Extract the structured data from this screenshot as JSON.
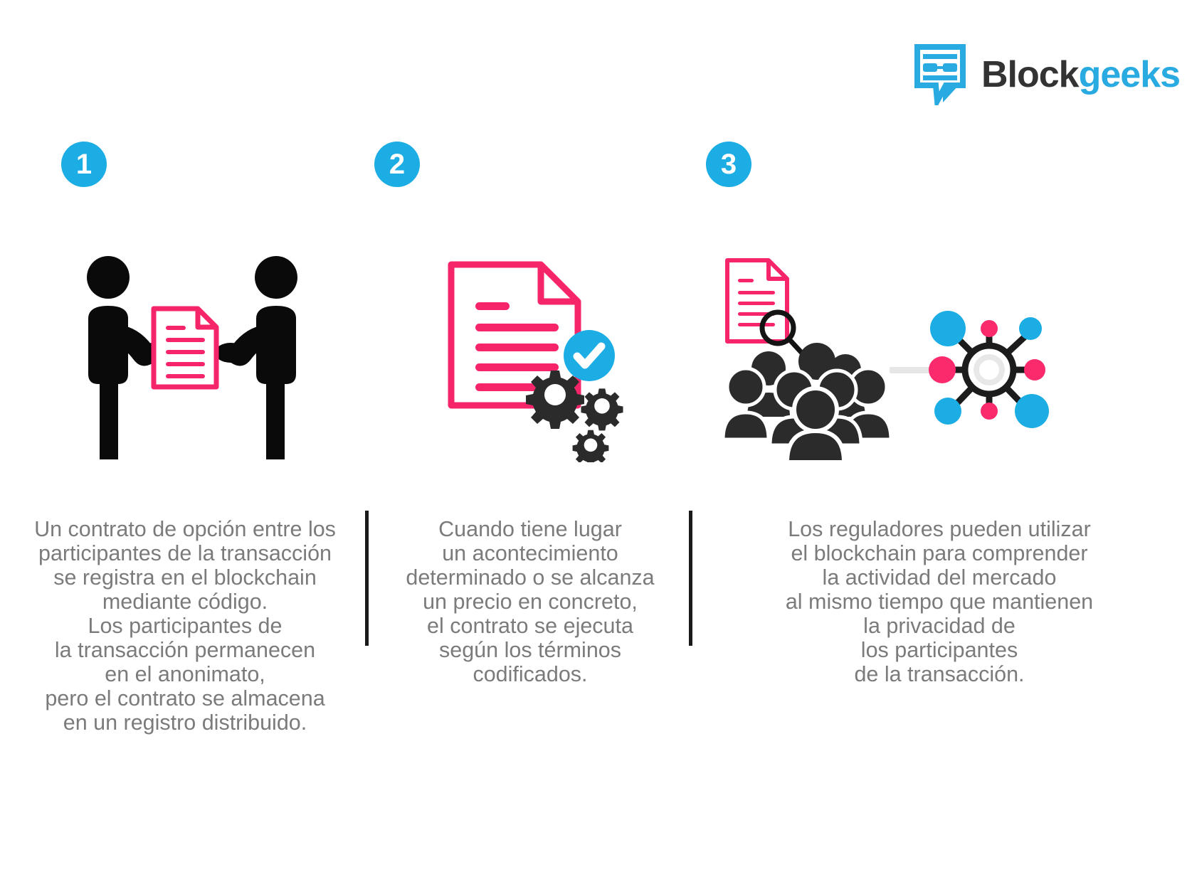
{
  "brand": {
    "name_dark": "Block",
    "name_accent": "geeks",
    "logo_icon": "blockgeeks-speech-bubble-icon",
    "accent_color": "#29ABE2",
    "dark_color": "#333333"
  },
  "palette": {
    "cyan": "#1BADE4",
    "pink": "#F6256A",
    "dark": "#2B2B2B",
    "text_gray": "#7B7B7B",
    "divider": "#1A1A1A",
    "background": "#FFFFFF"
  },
  "steps": [
    {
      "number": "1",
      "illustration": "two-people-exchanging-contract-document",
      "caption": "Un contrato de opción entre los\nparticipantes de la transacción\nse registra en el blockchain\nmediante código.\nLos participantes de\nla transacción permanecen\nen el anonimato,\npero el contrato se almacena\nen un registro distribuido."
    },
    {
      "number": "2",
      "illustration": "contract-document-with-check-and-gears",
      "caption": "Cuando tiene lugar\nun acontecimiento\ndeterminado o se alcanza\nun precio en concreto,\nel contrato se ejecuta\nsegún los términos\ncodificados."
    },
    {
      "number": "3",
      "illustration": "regulators-reviewing-document-and-network",
      "caption": "Los reguladores pueden utilizar\nel blockchain para comprender\nla actividad del mercado\nal mismo tiempo que mantienen\nla privacidad de\nlos participantes\nde la transacción."
    }
  ]
}
